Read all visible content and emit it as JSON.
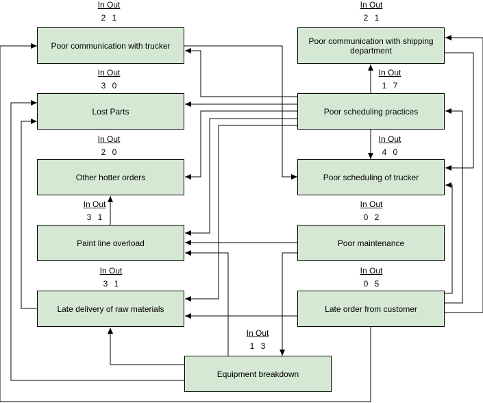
{
  "colors": {
    "node_fill": "#d5e8d4",
    "stroke": "#000000",
    "background": "#ffffff"
  },
  "io_header": "In Out",
  "nodes": {
    "trucker_comm": {
      "label": "Poor communication with trucker",
      "in": "2",
      "out": "1"
    },
    "shipping_comm": {
      "label": "Poor communication with shipping department",
      "in": "2",
      "out": "1"
    },
    "lost_parts": {
      "label": "Lost Parts",
      "in": "3",
      "out": "0"
    },
    "sched_practices": {
      "label": "Poor scheduling practices",
      "in": "1",
      "out": "7"
    },
    "hotter_orders": {
      "label": "Other hotter orders",
      "in": "2",
      "out": "0"
    },
    "sched_trucker": {
      "label": "Poor scheduling of trucker",
      "in": "4",
      "out": "0"
    },
    "paint_overload": {
      "label": "Paint line overload",
      "in": "3",
      "out": "1"
    },
    "maintenance": {
      "label": "Poor maintenance",
      "in": "0",
      "out": "2"
    },
    "late_raw": {
      "label": "Late delivery of raw materials",
      "in": "3",
      "out": "1"
    },
    "late_customer": {
      "label": "Late order from customer",
      "in": "0",
      "out": "5"
    },
    "equipment": {
      "label": "Equipment breakdown",
      "in": "1",
      "out": "3"
    }
  }
}
